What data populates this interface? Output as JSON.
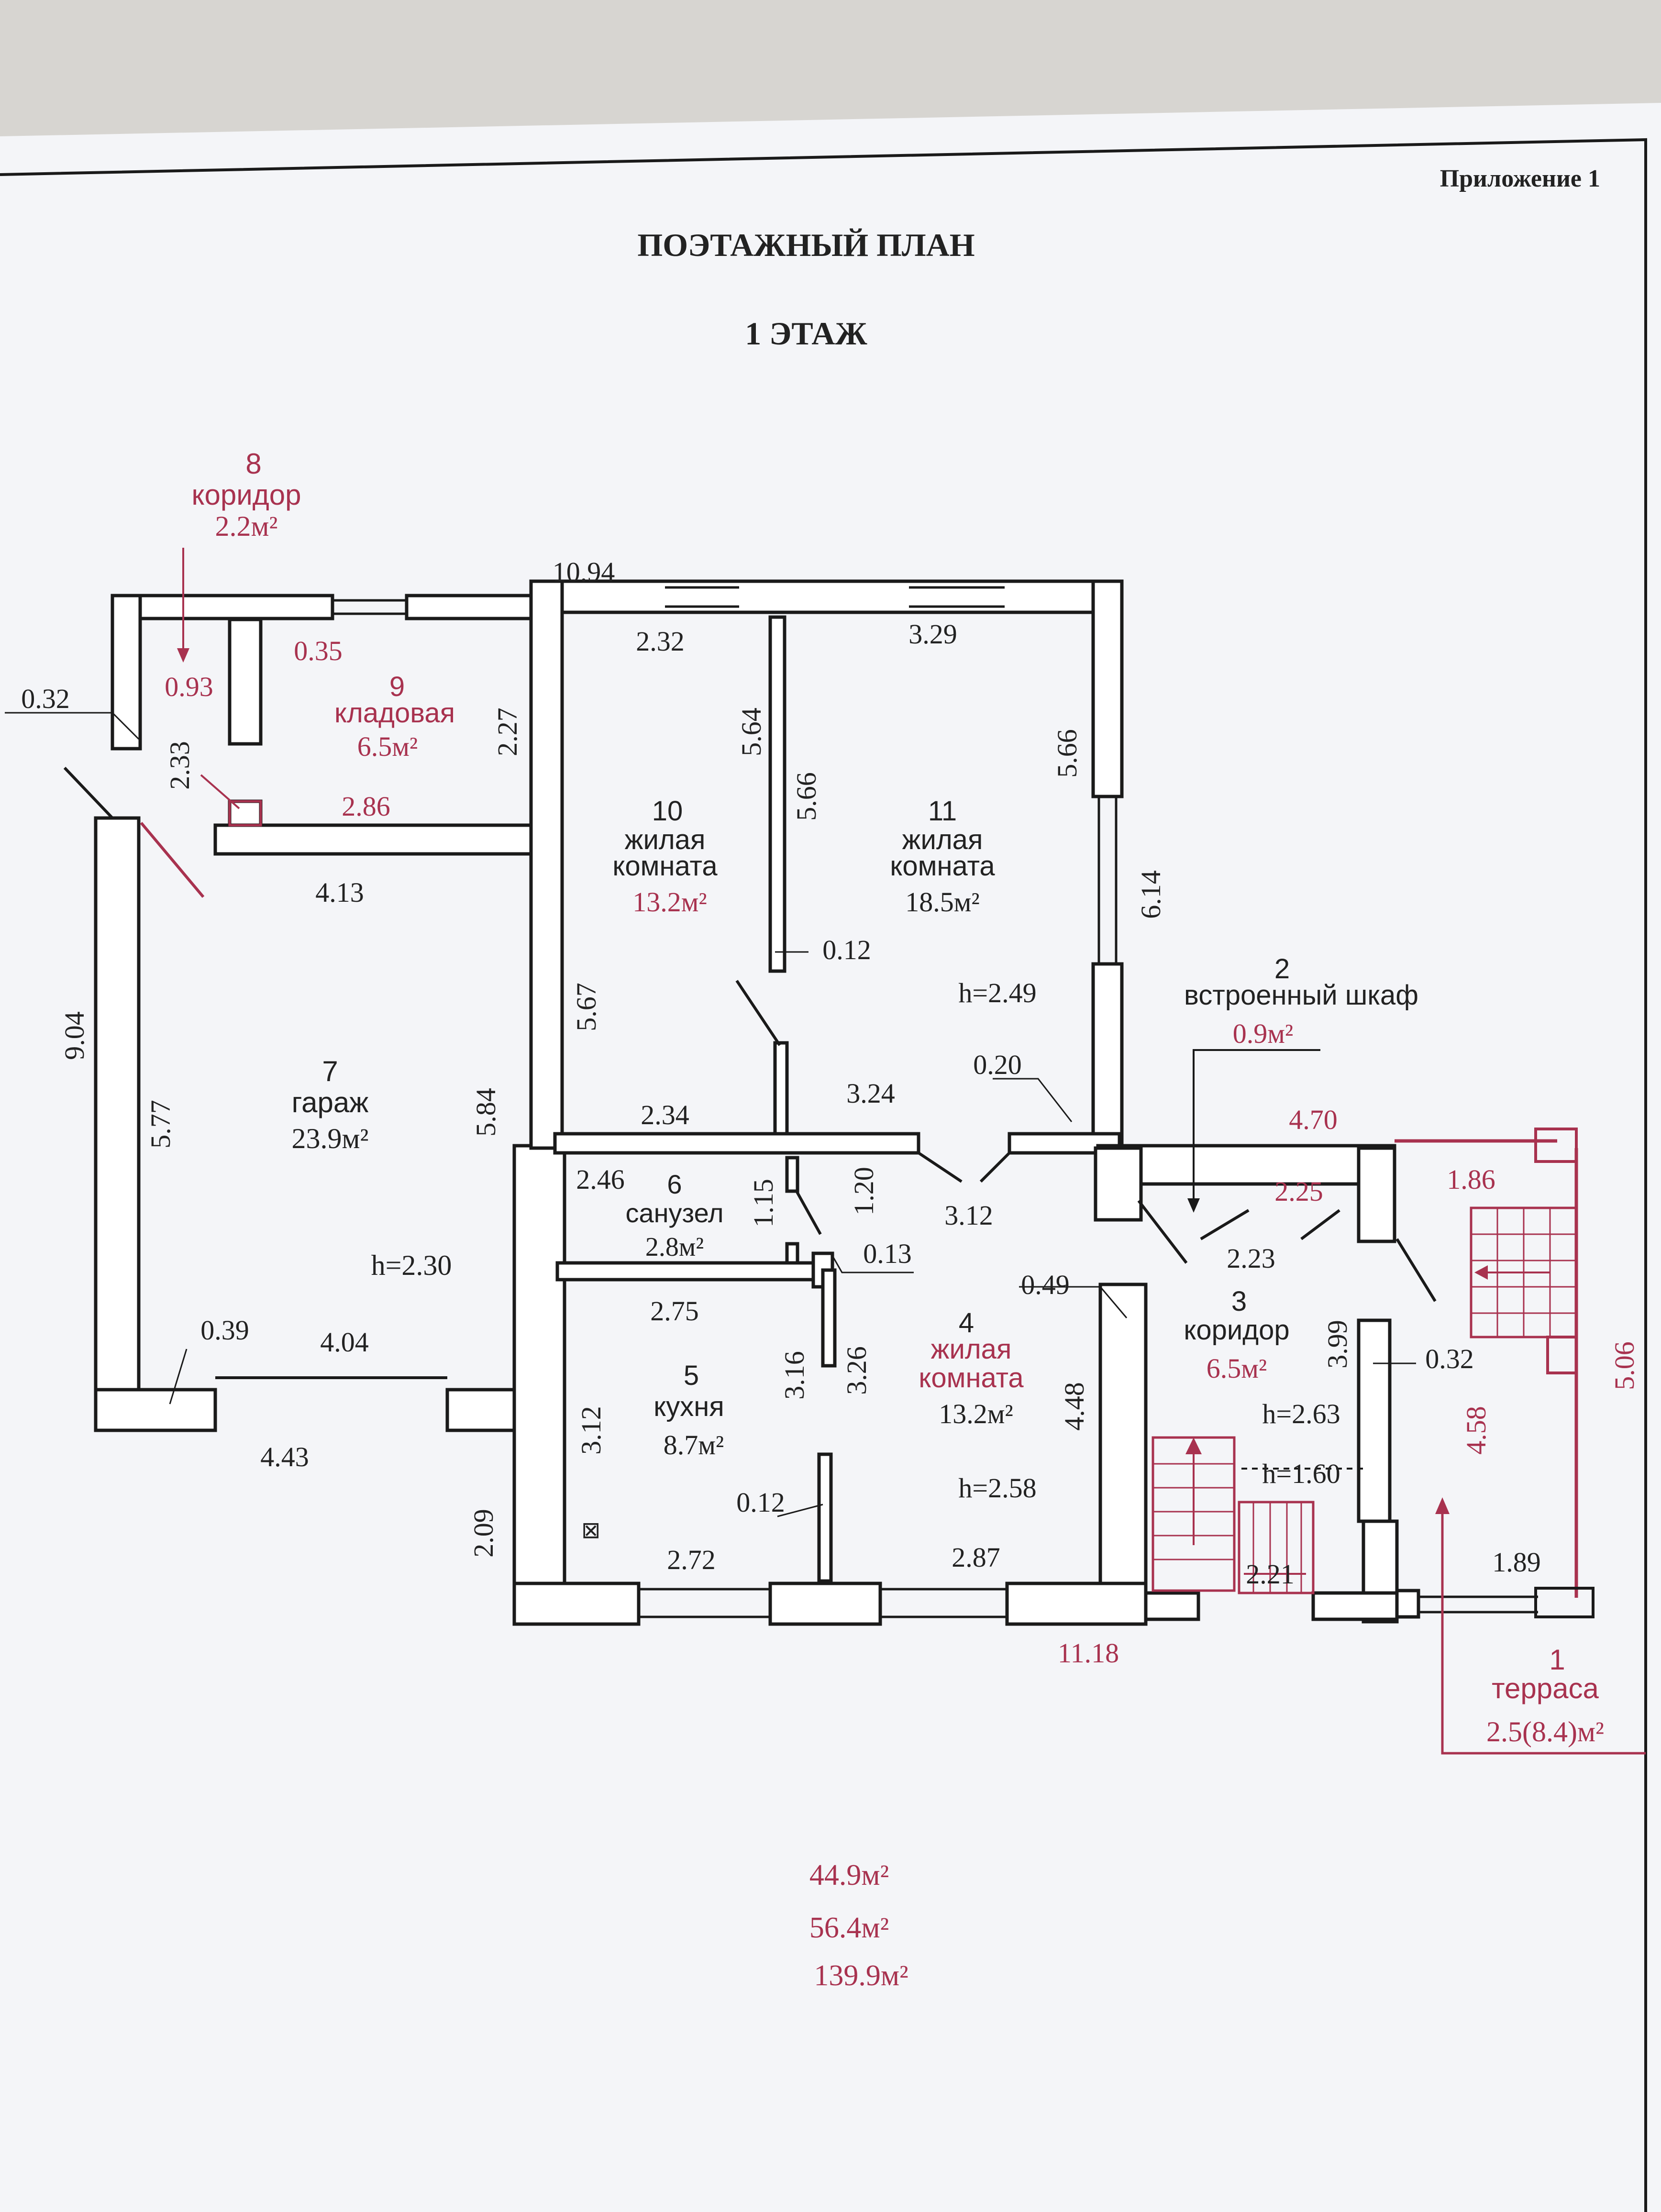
{
  "header": {
    "appendix": "Приложение 1",
    "title": "ПОЭТАЖНЫЙ ПЛАН",
    "floor": "1 ЭТАЖ"
  },
  "rooms": [
    {
      "num": "1",
      "name": "терраса",
      "area": "2.5(8.4)м²"
    },
    {
      "num": "2",
      "name": "встроенный шкаф",
      "area": "0.9м²"
    },
    {
      "num": "3",
      "name": "коридор",
      "area": "6.5м²"
    },
    {
      "num": "4",
      "name_l1": "жилая",
      "name_l2": "комната",
      "area": "13.2м²",
      "height": "h=2.58"
    },
    {
      "num": "5",
      "name": "кухня",
      "area": "8.7м²"
    },
    {
      "num": "6",
      "name": "санузел",
      "area": "2.8м²"
    },
    {
      "num": "7",
      "name": "гараж",
      "area": "23.9м²",
      "height": "h=2.30"
    },
    {
      "num": "8",
      "name": "коридор",
      "area": "2.2м²"
    },
    {
      "num": "9",
      "name": "кладовая",
      "area": "6.5м²"
    },
    {
      "num": "10",
      "name_l1": "жилая",
      "name_l2": "комната",
      "area": "13.2м²"
    },
    {
      "num": "11",
      "name_l1": "жилая",
      "name_l2": "комната",
      "area": "18.5м²",
      "height": "h=2.49"
    }
  ],
  "heights_extra": [
    "h=2.63",
    "h=1.60"
  ],
  "dims": {
    "d_10_94": "10.94",
    "d_2_32": "2.32",
    "d_3_29": "3.29",
    "d_0_35": "0.35",
    "d_0_93": "0.93",
    "d_0_32a": "0.32",
    "d_2_27": "2.27",
    "d_2_33": "2.33",
    "d_2_86": "2.86",
    "d_5_64": "5.64",
    "d_5_66a": "5.66",
    "d_5_66b": "5.66",
    "d_4_13": "4.13",
    "d_6_14": "6.14",
    "d_0_12a": "0.12",
    "d_9_04": "9.04",
    "d_5_67": "5.67",
    "d_0_20": "0.20",
    "d_5_77": "5.77",
    "d_5_84": "5.84",
    "d_2_34": "2.34",
    "d_3_24": "3.24",
    "d_4_70": "4.70",
    "d_2_46": "2.46",
    "d_1_15": "1.15",
    "d_1_20": "1.20",
    "d_3_12a": "3.12",
    "d_1_86": "1.86",
    "d_2_25": "2.25",
    "d_0_13": "0.13",
    "d_2_23": "2.23",
    "d_0_49": "0.49",
    "d_0_39": "0.39",
    "d_4_04": "4.04",
    "d_2_75": "2.75",
    "d_3_16": "3.16",
    "d_3_26": "3.26",
    "d_3_99": "3.99",
    "d_0_32b": "0.32",
    "d_5_06": "5.06",
    "d_4_48": "4.48",
    "d_4_58": "4.58",
    "d_4_43": "4.43",
    "d_3_12b": "3.12",
    "d_0_12b": "0.12",
    "d_2_09": "2.09",
    "d_2_72": "2.72",
    "d_2_87": "2.87",
    "d_2_21": "2.21",
    "d_1_89": "1.89",
    "d_11_18": "11.18"
  },
  "totals": [
    "44.9м²",
    "56.4м²",
    "139.9м²"
  ],
  "colors": {
    "ink": "#1a1a1a",
    "accent": "#a8324f",
    "paper": "#f4f5f8"
  }
}
